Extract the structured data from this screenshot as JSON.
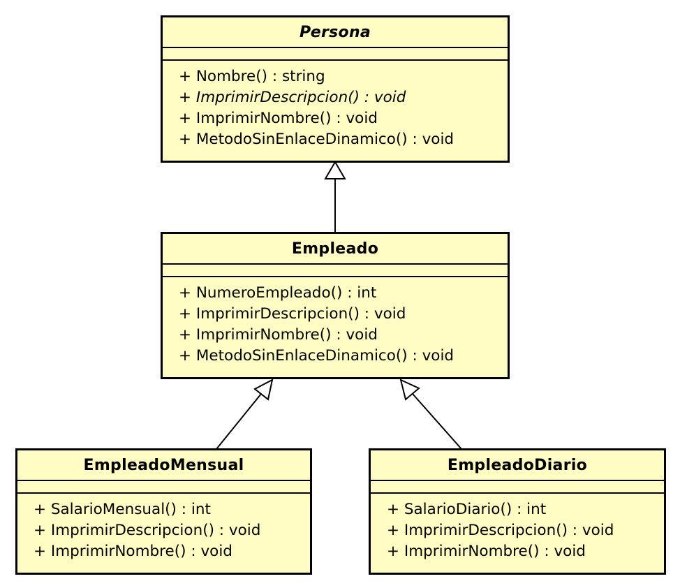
{
  "classes": {
    "persona": {
      "name": "Persona",
      "abstract": true,
      "operations": [
        {
          "text": "+ Nombre() : string",
          "abstract": false
        },
        {
          "text": "+ ImprimirDescripcion() : void",
          "abstract": true
        },
        {
          "text": "+ ImprimirNombre() : void",
          "abstract": false
        },
        {
          "text": "+ MetodoSinEnlaceDinamico() : void",
          "abstract": false
        }
      ]
    },
    "empleado": {
      "name": "Empleado",
      "abstract": false,
      "operations": [
        {
          "text": "+ NumeroEmpleado() : int",
          "abstract": false
        },
        {
          "text": "+ ImprimirDescripcion() : void",
          "abstract": false
        },
        {
          "text": "+ ImprimirNombre() : void",
          "abstract": false
        },
        {
          "text": "+ MetodoSinEnlaceDinamico() : void",
          "abstract": false
        }
      ]
    },
    "empleado_mensual": {
      "name": "EmpleadoMensual",
      "abstract": false,
      "operations": [
        {
          "text": "+ SalarioMensual() : int",
          "abstract": false
        },
        {
          "text": "+ ImprimirDescripcion() : void",
          "abstract": false
        },
        {
          "text": "+ ImprimirNombre() : void",
          "abstract": false
        }
      ]
    },
    "empleado_diario": {
      "name": "EmpleadoDiario",
      "abstract": false,
      "operations": [
        {
          "text": "+ SalarioDiario() : int",
          "abstract": false
        },
        {
          "text": "+ ImprimirDescripcion() : void",
          "abstract": false
        },
        {
          "text": "+ ImprimirNombre() : void",
          "abstract": false
        }
      ]
    }
  },
  "relationships": [
    {
      "type": "generalization",
      "from": "Empleado",
      "to": "Persona"
    },
    {
      "type": "generalization",
      "from": "EmpleadoMensual",
      "to": "Empleado"
    },
    {
      "type": "generalization",
      "from": "EmpleadoDiario",
      "to": "Empleado"
    }
  ],
  "colors": {
    "class_fill": "#fffdc4",
    "border": "#000000",
    "text": "#000000",
    "background": "#ffffff"
  }
}
